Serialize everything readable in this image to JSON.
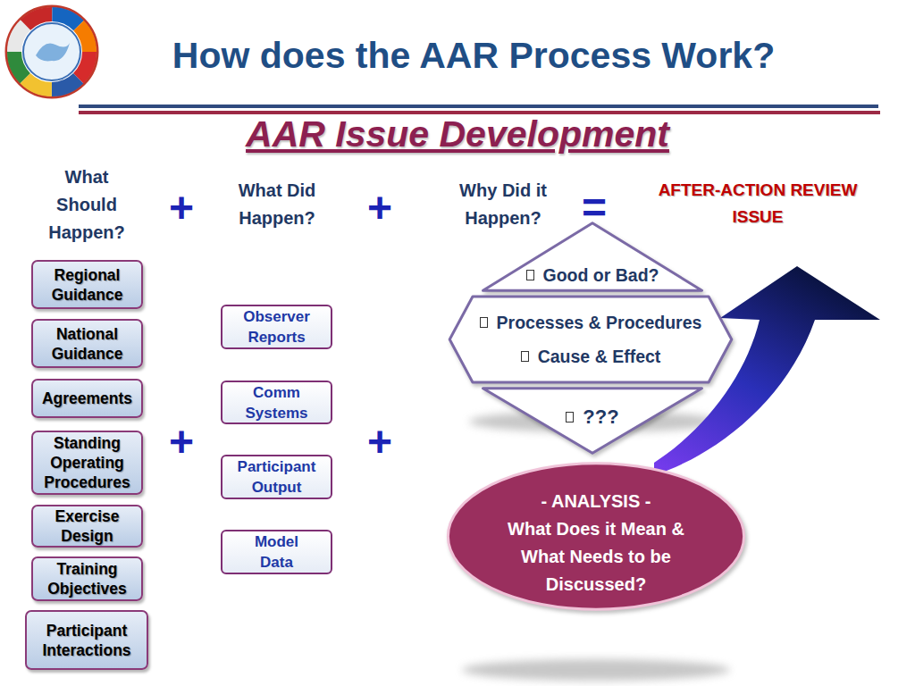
{
  "diagram": {
    "title": "How does the AAR Process Work?",
    "nodes": [
      {
        "text": [
          "Regional Guidance"
        ]
      },
      {
        "text": [
          "National Guidance"
        ]
      },
      {
        "text": [
          "Agreements"
        ]
      },
      {
        "text": [
          "Standing Operating Procedures"
        ]
      },
      {
        "text": [
          "Exercise Design"
        ]
      },
      {
        "text": [
          "Training Objectives"
        ]
      },
      {
        "text": [
          "Participant Interactions"
        ]
      },
      {
        "text": [
          "Observer Reports"
        ]
      },
      {
        "text": [
          "Comm Systems"
        ]
      },
      {
        "text": [
          "Participant Output"
        ]
      },
      {
        "text": [
          "Model Data"
        ]
      },
      {
        "text": [
          "Good or Bad?"
        ]
      },
      {
        "text": [
          "Processes & Procedures",
          "Cause & Effect"
        ]
      },
      {
        "text": [
          "???"
        ]
      },
      {
        "text": [
          "- ANALYSIS -",
          "What Does it Mean & What Needs to be Discussed?"
        ]
      }
    ],
    "labels": [
      "AAR Issue Development",
      "What Should Happen?",
      "+",
      "What Did Happen?",
      "+",
      "Why Did it Happen?",
      "=",
      "AFTER-ACTION REVIEW ISSUE",
      "+",
      "+"
    ]
  }
}
